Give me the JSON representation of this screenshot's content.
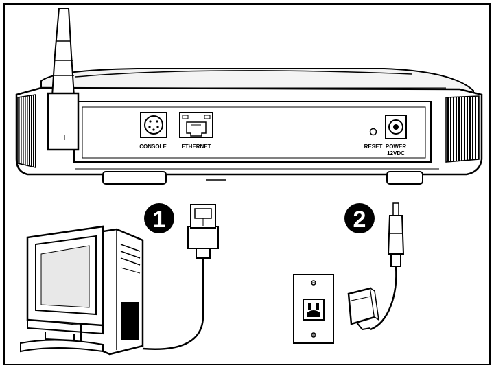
{
  "router": {
    "ports": {
      "console_label": "CONSOLE",
      "ethernet_label": "ETHERNET",
      "reset_label": "RESET",
      "power_label_line1": "POWER",
      "power_label_line2": "12VDC"
    }
  },
  "steps": [
    {
      "number": "1"
    },
    {
      "number": "2"
    }
  ],
  "icons": [
    "antenna-icon",
    "router-icon",
    "computer-icon",
    "ethernet-plug-icon",
    "power-plug-icon",
    "wall-outlet-icon",
    "power-adapter-icon"
  ],
  "colors": {
    "ink": "#000000",
    "paper": "#ffffff",
    "shade": "#d6d6d6"
  }
}
